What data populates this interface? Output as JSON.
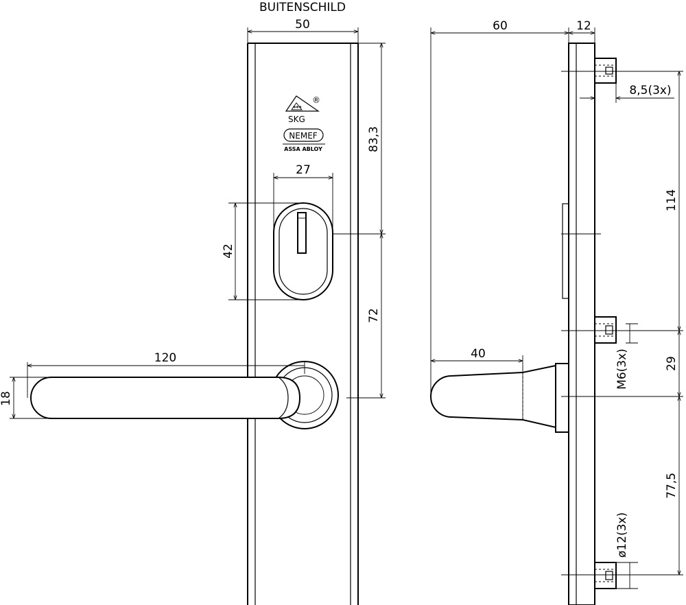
{
  "title": "BUITENSCHILD",
  "logos": {
    "skg": "SKG",
    "registered": "®",
    "nemef": "NEMEF",
    "assa": "ASSA ABLOY"
  },
  "dimensions": {
    "width_50": "50",
    "height_83_3": "83,3",
    "cyl_width_27": "27",
    "cyl_height_42": "42",
    "center_72": "72",
    "lever_len_120": "120",
    "lever_dia_18": "18",
    "depth_60": "60",
    "plate_12": "12",
    "hole_8_5": "8,5(3x)",
    "spacing_114": "114",
    "lever_proj_40": "40",
    "screw_m6": "M6(3x)",
    "spacing_29": "29",
    "spacing_77_5": "77,5",
    "dia_12": "ø12(3x)"
  }
}
